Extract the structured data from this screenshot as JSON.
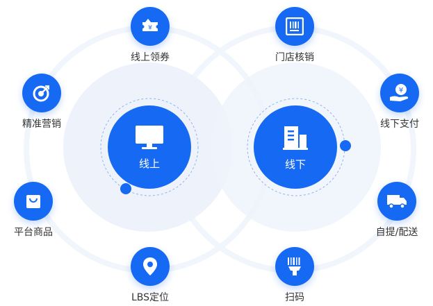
{
  "hubs": {
    "online": {
      "label": "线上",
      "icon": "monitor-icon"
    },
    "offline": {
      "label": "线下",
      "icon": "building-icon"
    }
  },
  "online_features": [
    {
      "label": "线上领券",
      "icon": "coupon-icon"
    },
    {
      "label": "精准营销",
      "icon": "target-icon"
    },
    {
      "label": "平台商品",
      "icon": "shopping-bag-icon"
    },
    {
      "label": "LBS定位",
      "icon": "location-pin-icon"
    }
  ],
  "offline_features": [
    {
      "label": "门店核销",
      "icon": "barcode-verify-icon"
    },
    {
      "label": "线下支付",
      "icon": "hand-yuan-icon"
    },
    {
      "label": "自提/配送",
      "icon": "delivery-truck-icon"
    },
    {
      "label": "扫码",
      "icon": "barcode-scanner-icon"
    }
  ],
  "colors": {
    "accent": "#1669f2",
    "hub_halo": "#eef3fb",
    "outer_ring": "#f1f5fc",
    "dashed_ring": "#8fb3ec"
  }
}
